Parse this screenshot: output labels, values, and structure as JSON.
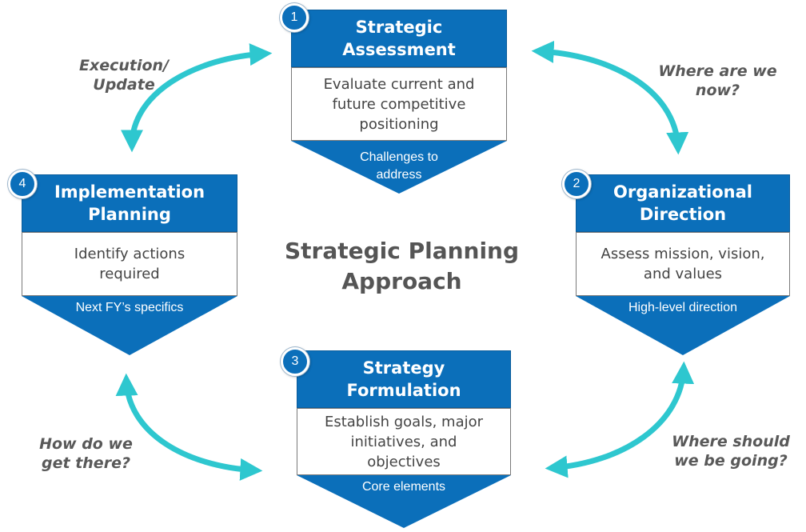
{
  "title": {
    "line1": "Strategic Planning",
    "line2": "Approach"
  },
  "steps": [
    {
      "number": "1",
      "title_line1": "Strategic",
      "title_line2": "Assessment",
      "body_line1": "Evaluate current and",
      "body_line2": "future competitive",
      "body_line3": "positioning",
      "chevron_line1": "Challenges to",
      "chevron_line2": "address"
    },
    {
      "number": "2",
      "title_line1": "Organizational",
      "title_line2": "Direction",
      "body_line1": "Assess mission, vision,",
      "body_line2": "and values",
      "chevron_line1": "High-level direction"
    },
    {
      "number": "3",
      "title_line1": "Strategy",
      "title_line2": "Formulation",
      "body_line1": "Establish goals, major",
      "body_line2": "initiatives, and",
      "body_line3": "objectives",
      "chevron_line1": "Core elements"
    },
    {
      "number": "4",
      "title_line1": "Implementation",
      "title_line2": "Planning",
      "body_line1": "Identify actions",
      "body_line2": "required",
      "chevron_line1": "Next FY’s specifics"
    }
  ],
  "questions": {
    "execution": {
      "line1": "Execution/",
      "line2": "Update"
    },
    "now": {
      "line1": "Where are we",
      "line2": "now?"
    },
    "going": {
      "line1": "Where should",
      "line2": "we be going?"
    },
    "there": {
      "line1": "How do we",
      "line2": "get there?"
    }
  },
  "colors": {
    "primary_blue": "#0b6fba",
    "arrow_cyan": "#2ec7cf",
    "text_gray": "#555555"
  }
}
